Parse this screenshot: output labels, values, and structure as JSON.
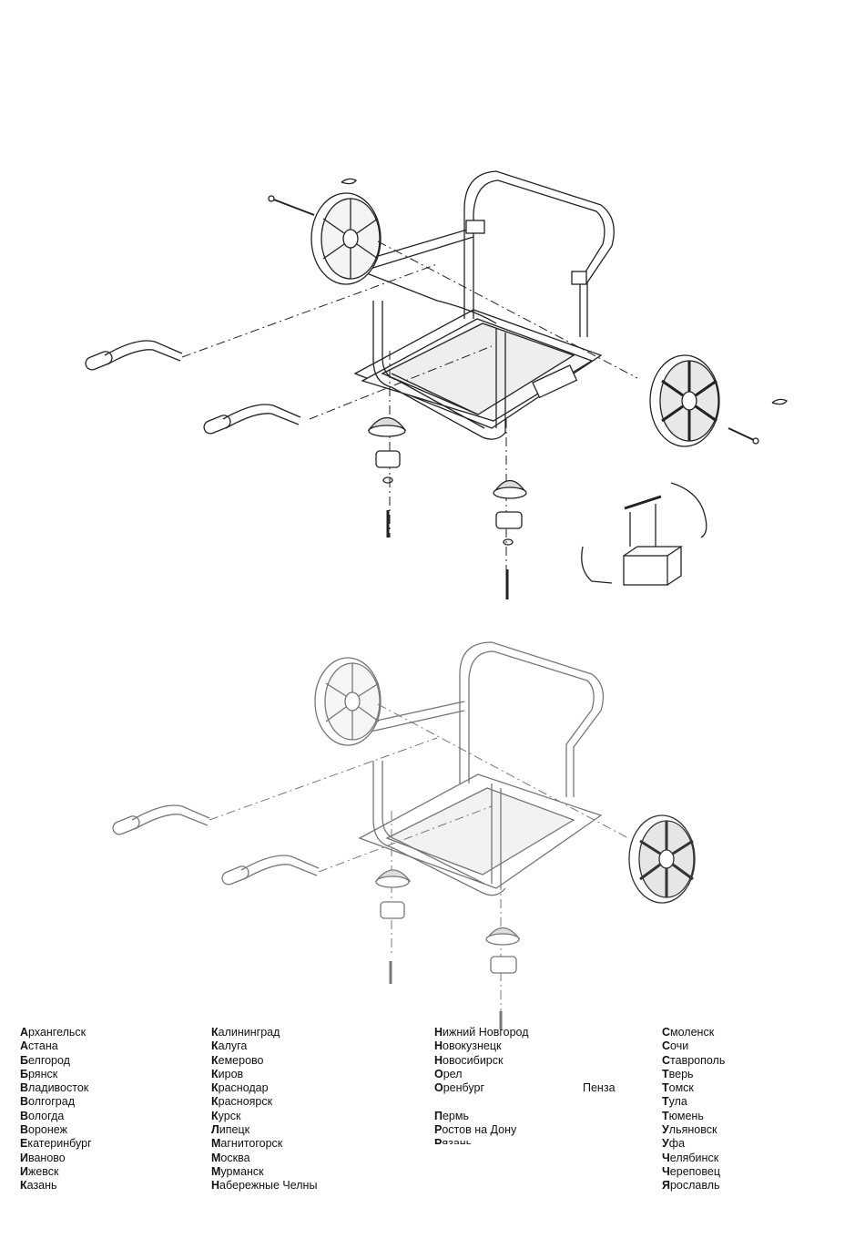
{
  "cities": {
    "col1": [
      "Архангельск",
      "Астана",
      "Белгород",
      "Брянск",
      "Владивосток",
      "Волгоград",
      "Вологда",
      "Воронеж",
      "Екатеринбург",
      "Иваново",
      "Ижевск",
      "Казань"
    ],
    "col2": [
      "Калининград",
      "Калуга",
      "Кемерово",
      "Киров",
      "Краснодар",
      "Красноярск",
      "Курск",
      "Липецк",
      "Магнитогорск",
      "Москва",
      "Мурманск",
      "Набережные Челны"
    ],
    "col3a": [
      "Нижний Новгород",
      "Новокузнецк",
      "Новосибирск",
      "Орел",
      "Оренбург"
    ],
    "col3b": [
      "Пермь",
      "Ростов на Дону"
    ],
    "col3_cut": "Рязань",
    "penza": "Пенза",
    "col4": [
      "Смоленск",
      "Сочи",
      "Ставрополь",
      "Тверь",
      "Томск",
      "Тула",
      "Тюмень",
      "Ульяновск",
      "Уфа",
      "Челябинск",
      "Череповец",
      "Ярославль"
    ]
  }
}
